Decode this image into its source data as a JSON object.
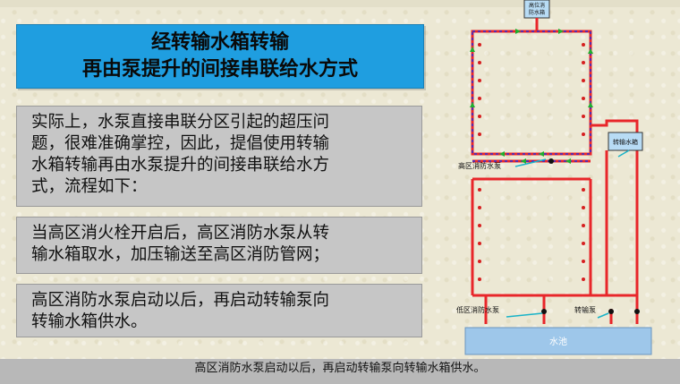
{
  "slide": {
    "title_line1": "经转输水箱转输",
    "title_line2": "再由泵提升的间接串联给水方式",
    "paragraph1_lines": [
      "实际上，水泵直接串联分区引起的超压问",
      "题，很难准确掌控，因此，提倡使用转输",
      "水箱转输再由水泵提升的间接串联给水方",
      "式，流程如下："
    ],
    "paragraph2_lines": [
      "当高区消火栓开启后，高区消防水泵从转",
      "输水箱取水，加压输送至高区消防管网；"
    ],
    "paragraph3_lines": [
      "高区消防水泵启动以后，再启动转输泵向",
      "转输水箱供水。"
    ]
  },
  "diagram": {
    "roof_tank_line1": "高位消",
    "roof_tank_line2": "防水箱",
    "transfer_tank": "转输水箱",
    "high_zone_pump": "高区消防水泵",
    "low_zone_pump": "低区消防水泵",
    "transfer_pump": "转输泵",
    "pool": "水池",
    "colors": {
      "red_pipe": "#e8262a",
      "blue_pipe": "#2b2bd6",
      "flow_arrow": "#1fae2f",
      "pool": "#9ec7ea"
    }
  },
  "caption": "高区消防水泵启动以后，再启动转输泵向转输水箱供水。"
}
